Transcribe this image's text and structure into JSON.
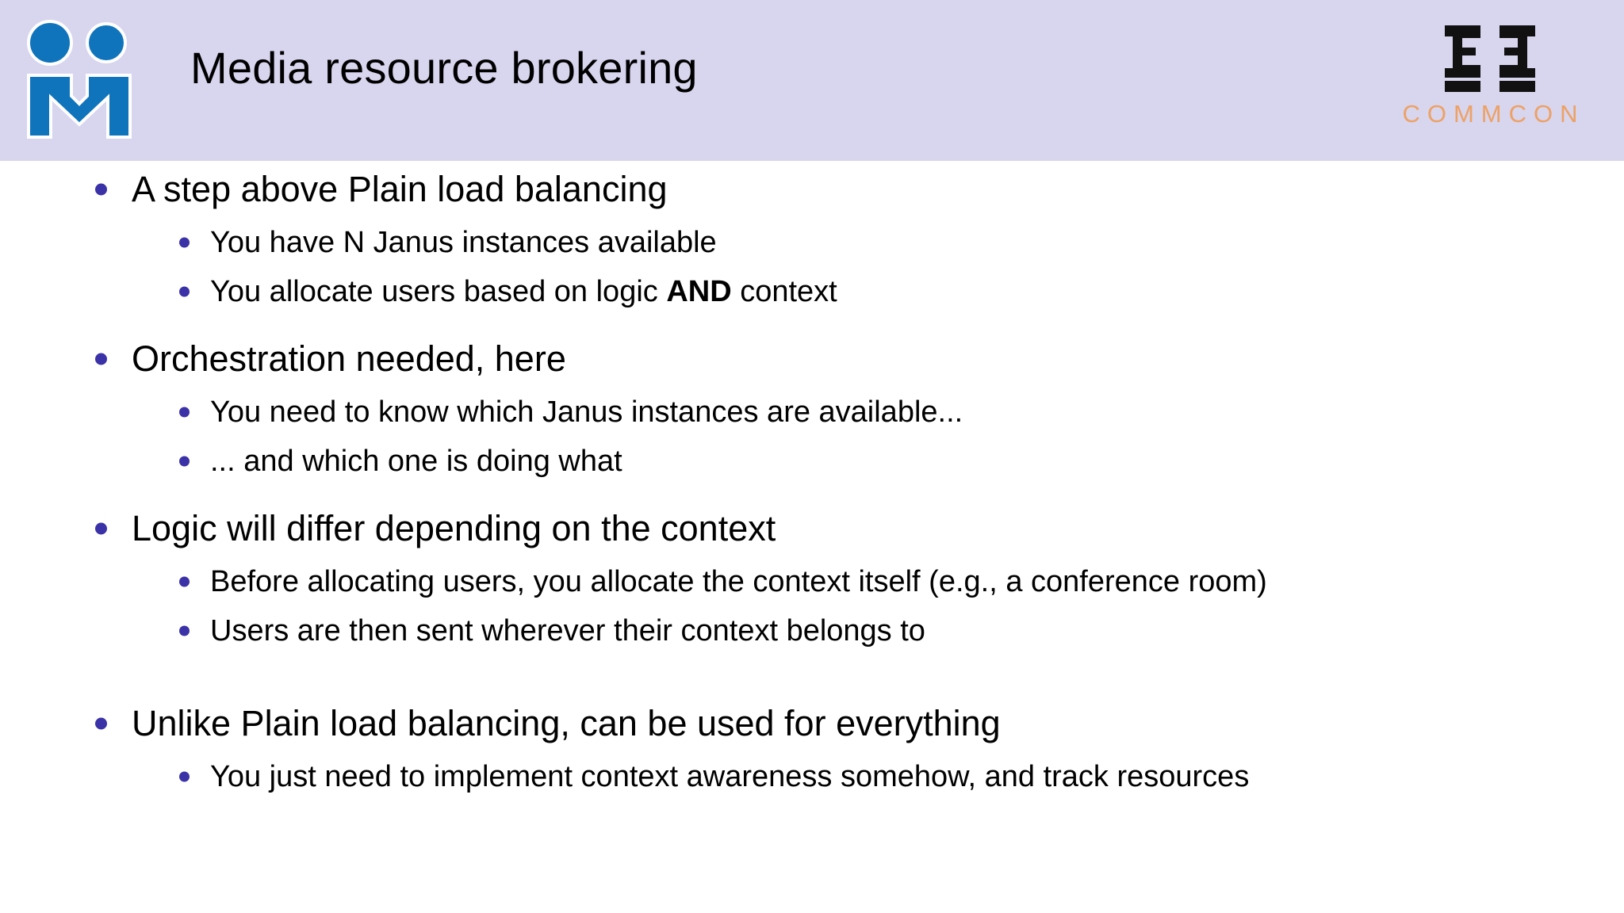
{
  "header": {
    "title": "Media resource brokering",
    "background_color": "#d8d5ee",
    "left_logo": {
      "name": "meetecho-logo",
      "color": "#0f74bb"
    },
    "right_logo": {
      "mark": "commcon-mark",
      "wordmark": "COMMCON",
      "wordmark_color": "#eda164",
      "mark_color": "#111111"
    }
  },
  "content": {
    "bullet_color": "#3b32a8",
    "groups": [
      {
        "heading": "A step above Plain load balancing",
        "items": [
          {
            "pre": "You have N Janus instances available",
            "bold": "",
            "post": ""
          },
          {
            "pre": "You allocate users based on logic ",
            "bold": "AND",
            "post": " context"
          }
        ]
      },
      {
        "heading": "Orchestration needed, here",
        "items": [
          {
            "pre": "You need to know which Janus instances are available...",
            "bold": "",
            "post": ""
          },
          {
            "pre": "... and which one is doing what",
            "bold": "",
            "post": ""
          }
        ]
      },
      {
        "heading": "Logic will differ depending on the context",
        "items": [
          {
            "pre": "Before allocating users, you allocate the context itself (e.g., a conference room)",
            "bold": "",
            "post": ""
          },
          {
            "pre": "Users are then sent wherever their context belongs to",
            "bold": "",
            "post": ""
          }
        ]
      },
      {
        "heading": "Unlike Plain load balancing, can be used for everything",
        "items": [
          {
            "pre": "You just need to implement context awareness somehow, and track resources",
            "bold": "",
            "post": ""
          }
        ]
      }
    ]
  }
}
